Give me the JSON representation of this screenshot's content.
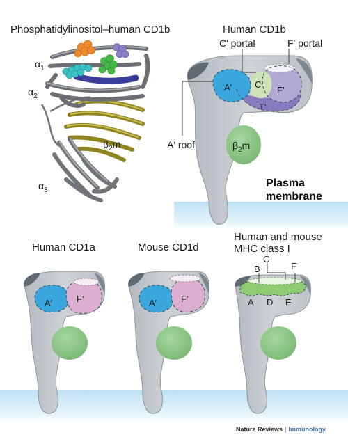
{
  "panel_structure": {
    "title": "Phosphatidylinositol–human CD1b",
    "alpha1": "α",
    "alpha1_sub": "1",
    "alpha2": "α",
    "alpha2_sub": "2",
    "alpha3": "α",
    "alpha3_sub": "3",
    "b2m": "β",
    "b2m_sub": "2",
    "b2m_tail": "m"
  },
  "panel_cd1b": {
    "title": "Human CD1b",
    "c_portal": "C′ portal",
    "f_portal": "F′ portal",
    "a_roof": "A′ roof",
    "pockets": {
      "a": "A′",
      "c": "C′",
      "f": "F′",
      "t": "T′"
    },
    "b2m": "β",
    "b2m_sub": "2",
    "b2m_tail": "m",
    "membrane_line1": "Plasma",
    "membrane_line2": "membrane"
  },
  "panel_cd1a": {
    "title": "Human CD1a",
    "pockets": {
      "a": "A′",
      "f": "F′"
    }
  },
  "panel_cd1d": {
    "title": "Mouse CD1d",
    "pockets": {
      "a": "A′",
      "f": "F′"
    }
  },
  "panel_mhc": {
    "title_line1": "Human and mouse",
    "title_line2": "MHC class I",
    "pockets_top": [
      "B",
      "C",
      "F"
    ],
    "pockets_bottom": [
      "A",
      "D",
      "E"
    ]
  },
  "footer": {
    "journal": "Nature Reviews",
    "separator": "|",
    "section": "Immunology"
  },
  "colors": {
    "molecule_body": "#c4cace",
    "molecule_dark": "#6f7a83",
    "pocket_a": "#3aa7de",
    "pocket_f_cd1b": "#b2a8d4",
    "pocket_t": "#8475bd",
    "pocket_c": "#cfe3b8",
    "pocket_f": "#dcaed0",
    "b2m": "#8ec88a",
    "mhc_groove": "#8fcb70",
    "membrane": "#bfe1f2",
    "ribbon_grey": "#707478",
    "ribbon_olive": "#8f8420",
    "atom_orange": "#ef8a2a",
    "atom_cyan": "#3cc1c6",
    "atom_green": "#45b845",
    "atom_violet": "#8d80c8",
    "helix_navy": "#3a3d9a",
    "footer_blue": "#3f6db5"
  }
}
